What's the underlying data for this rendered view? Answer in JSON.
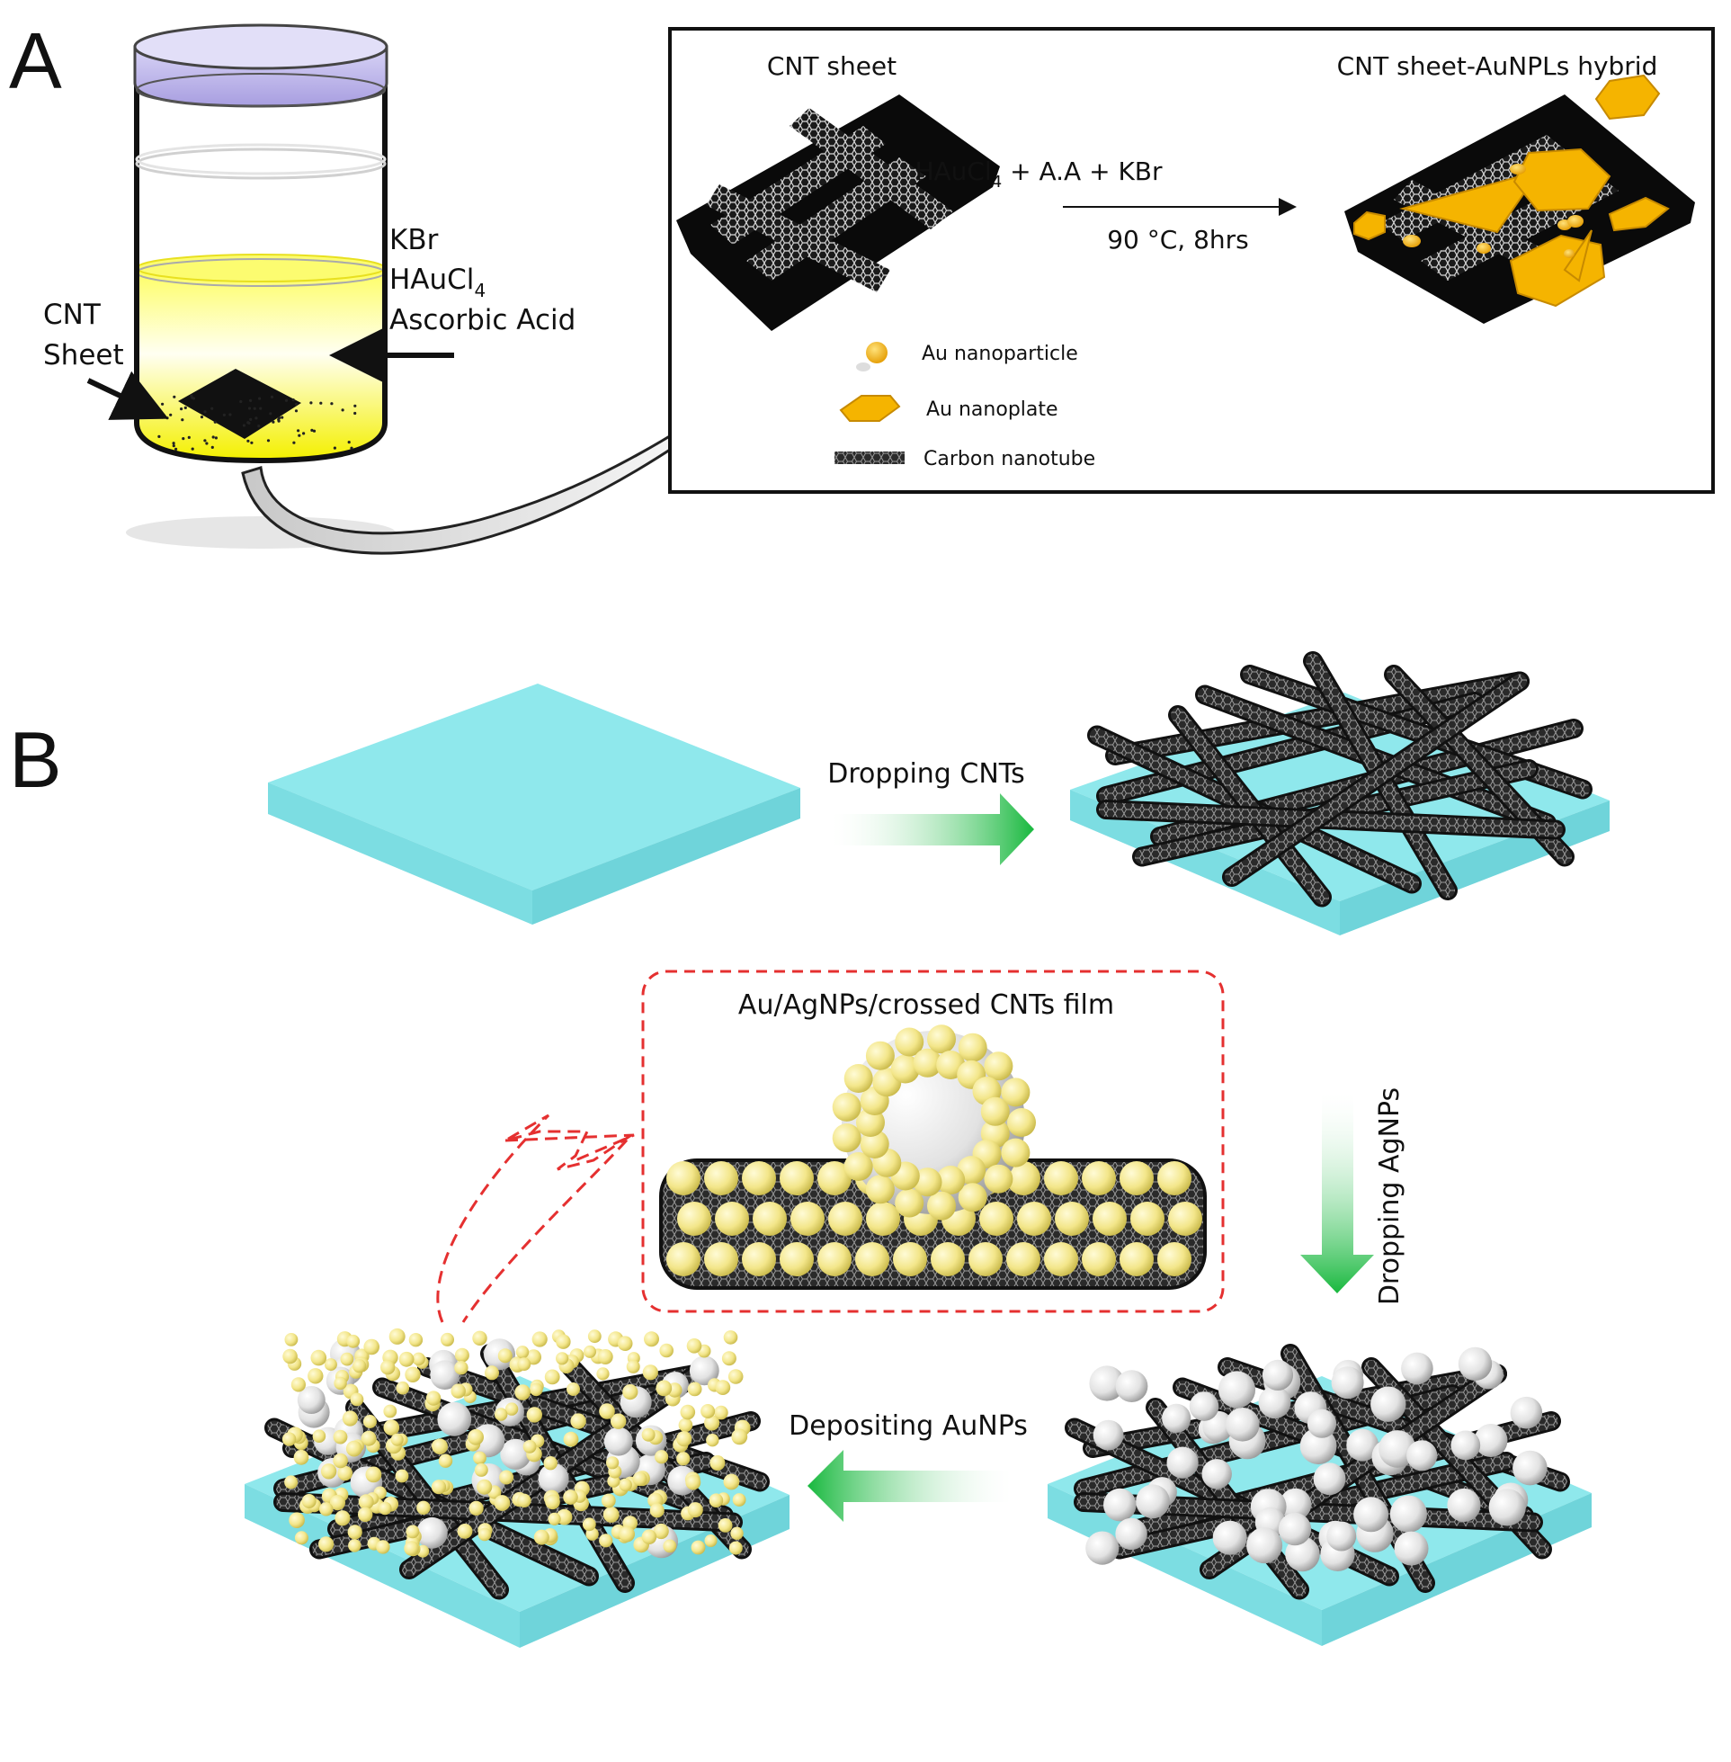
{
  "panel_a": {
    "letter": "A",
    "vial": {
      "label_left_line1": "CNT",
      "label_left_line2": "Sheet",
      "label_right_line1": "KBr",
      "label_right_line2_base": "HAuCl",
      "label_right_line2_sub": "4",
      "label_right_line3": "Ascorbic Acid",
      "solution_color": "#ffff40",
      "cap_color": "#c9c4ef"
    },
    "box": {
      "left_title": "CNT sheet",
      "right_title": "CNT sheet-AuNPLs hybrid",
      "reagent_base": "HAuCl",
      "reagent_sub": "4",
      "reagent_rest": " + A.A + KBr",
      "conditions": "90 °C, 8hrs",
      "legend": [
        {
          "label": "Au nanoparticle",
          "icon": "au-nanoparticle-icon"
        },
        {
          "label": "Au nanoplate",
          "icon": "au-nanoplate-icon"
        },
        {
          "label": "Carbon nanotube",
          "icon": "carbon-nanotube-icon"
        }
      ],
      "gold_color": "#f7b500"
    }
  },
  "panel_b": {
    "letter": "B",
    "step1_label": "Dropping CNTs",
    "step2_label": "Dropping AgNPs",
    "step3_label": "Depositing AuNPs",
    "inset_title": "Au/AgNPs/crossed CNTs film",
    "substrate_color": "#8ee8ec",
    "arrow_color": "#1fbf4a",
    "inset_border_color": "#e53030",
    "ag_color": "#e8e8e8",
    "au_color": "#f3e68a"
  }
}
